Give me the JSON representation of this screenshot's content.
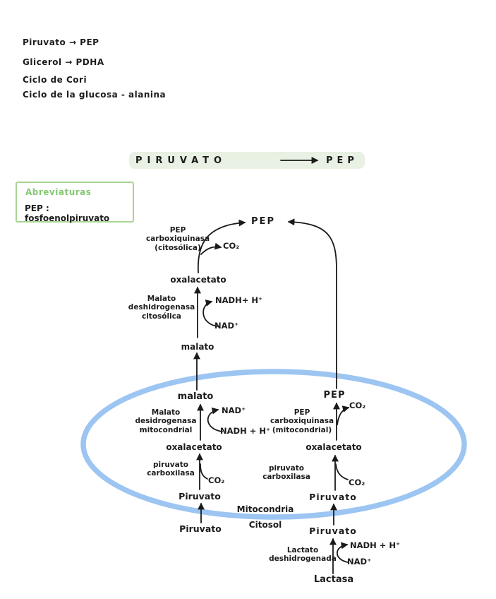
{
  "notes": {
    "items": [
      "Piruvato → PEP",
      "Glicerol → PDHA",
      "Ciclo de Cori",
      "Ciclo de la glucosa - alanina"
    ]
  },
  "title": {
    "left": "PIRUVATO",
    "right": "PEP"
  },
  "abbreviations": {
    "heading": "Abreviaturas",
    "entry": "PEP : fosfoenolpiruvato"
  },
  "colors": {
    "ink": "#1a1a1a",
    "highlight_green": "#e8f1e3",
    "box_border_green": "#a8d494",
    "green_text": "#86c873",
    "membrane_blue": "#9cc5f2"
  },
  "diagram": {
    "cytosol_top": {
      "pep": "PEP",
      "enzyme_pep_carboxiquinasa_citosolica": "PEP\ncarboxiquinasa\n(citosólica)",
      "co2": "CO₂",
      "oxalacetato": "oxalacetato",
      "enzyme_malato_deshidrogenasa_citosolica": "Malato\ndeshidrogenasa\ncitosólica",
      "nadh": "NADH+ H⁺",
      "nad": "NAD⁺",
      "malato": "malato"
    },
    "mitochondria": {
      "malato": "malato",
      "enzyme_malato_desidrogenasa_mitocondrial": "Malato\ndesidrogenasa\nmitocondrial",
      "nad": "NAD⁺",
      "nadh": "NADH + H⁺",
      "oxalacetato_left": "oxalacetato",
      "enzyme_piruvato_carboxilasa_left": "piruvato\ncarboxilasa",
      "co2_left": "CO₂",
      "piruvato_left": "Piruvato",
      "pep": "PEP",
      "co2_pep": "CO₂",
      "enzyme_pep_carboxiquinasa_mitocondrial": "PEP\ncarboxiquinasa\n(mitocondrial)",
      "oxalacetato_right": "oxalacetato",
      "enzyme_piruvato_carboxilasa_right": "piruvato\ncarboxilasa",
      "co2_right": "CO₂",
      "piruvato_right": "Piruvato"
    },
    "membrane": {
      "inside_label": "Mitocondria",
      "outside_label": "Citosol"
    },
    "cytosol_bottom": {
      "piruvato_left": "Piruvato",
      "piruvato_right": "Piruvato",
      "enzyme_lactato_deshidrogenada": "Lactato\ndeshidrogenada",
      "nadh": "NADH + H⁺",
      "nad": "NAD⁺",
      "lactasa": "Lactasa"
    }
  }
}
